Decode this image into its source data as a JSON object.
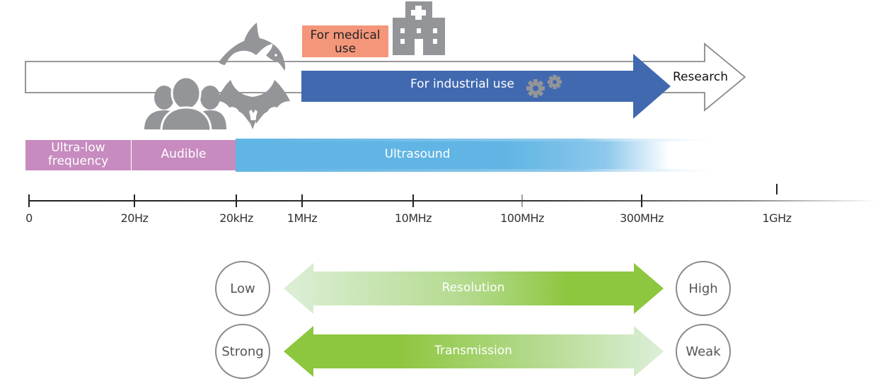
{
  "title": "Frequency ranges of sound and applications of ultrasound",
  "colors": {
    "outline_arrow": "#8a8a8a",
    "industrial_blue": "#4169b0",
    "medical_salmon": "#f4967a",
    "band_purple": "#c78bbf",
    "ultrasound_blue": "#61b5e4",
    "icon_gray": "#939598",
    "green_strong": "#8dc63f",
    "green_light": "#d6ead0"
  },
  "applications": {
    "medical_label_line1": "For medical",
    "medical_label_line2": "use",
    "industrial_label": "For industrial use",
    "research_label": "Research"
  },
  "icons": {
    "dolphin": "dolphin-icon",
    "bat": "bat-icon",
    "people": "people-icon",
    "hospital": "hospital-icon",
    "gears": "gears-icon"
  },
  "bands": [
    {
      "label_line1": "Ultra-low",
      "label_line2": "frequency",
      "range": "0 – 20Hz"
    },
    {
      "label_line1": "Audible",
      "label_line2": "",
      "range": "20Hz – 20kHz"
    },
    {
      "label_line1": "Ultrasound",
      "label_line2": "",
      "range": "20kHz – ~1GHz"
    }
  ],
  "axis": {
    "ticks": [
      "0",
      "20Hz",
      "20kHz",
      "1MHz",
      "10MHz",
      "100MHz",
      "300MHz",
      "1GHz"
    ]
  },
  "tradeoffs": [
    {
      "name": "Resolution",
      "left": "Low",
      "right": "High",
      "direction": "increases-with-frequency"
    },
    {
      "name": "Transmission",
      "left": "Strong",
      "right": "Weak",
      "direction": "decreases-with-frequency"
    }
  ]
}
